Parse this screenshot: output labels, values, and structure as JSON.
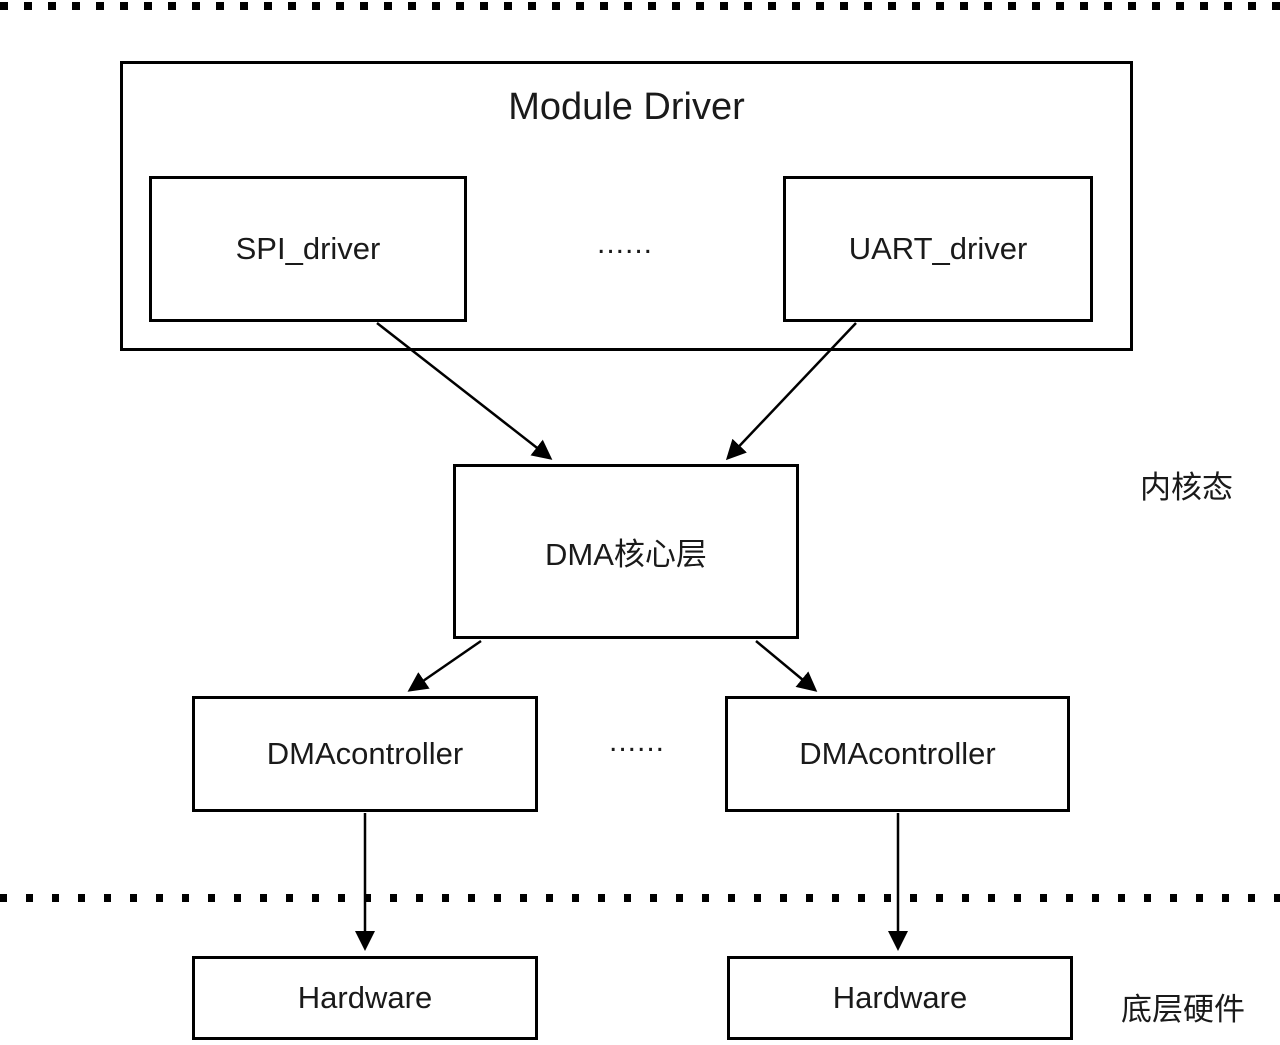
{
  "diagram": {
    "module_driver": {
      "title": "Module Driver",
      "spi_driver": "SPI_driver",
      "ellipsis": "......",
      "uart_driver": "UART_driver"
    },
    "dma_core": {
      "label": "DMA核心层"
    },
    "kernel_space_label": "内核态",
    "controllers": {
      "left": "DMAcontroller",
      "ellipsis": "......",
      "right": "DMAcontroller"
    },
    "hardware": {
      "left": "Hardware",
      "right": "Hardware",
      "section_label": "底层硬件"
    },
    "line_color": "#000000"
  }
}
